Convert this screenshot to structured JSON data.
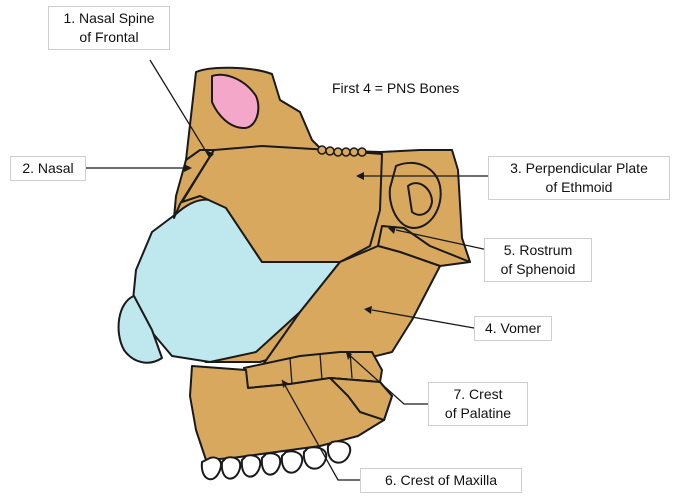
{
  "header_note": "First 4 = PNS Bones",
  "labels": {
    "nasal_spine": "1. Nasal Spine\nof Frontal",
    "nasal": "2. Nasal",
    "perpendicular_plate": "3. Perpendicular Plate\nof Ethmoid",
    "vomer": "4. Vomer",
    "rostrum": "5. Rostrum\nof Sphenoid",
    "crest_maxilla": "6. Crest of Maxilla",
    "crest_palatine": "7. Crest\nof Palatine"
  },
  "colors": {
    "bone": "#d9a85f",
    "bone_dark": "#b8843e",
    "cartilage": "#bfe7ee",
    "sinus": "#f4a7c8",
    "teeth": "#ffffff",
    "stroke": "#1a1a1a"
  }
}
